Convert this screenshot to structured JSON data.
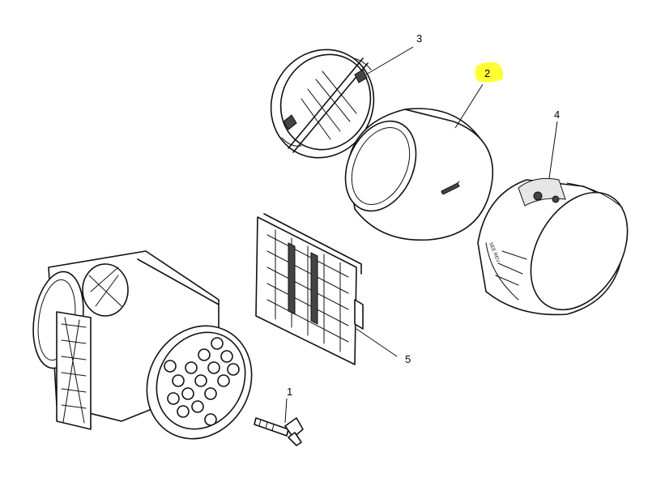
{
  "diagram": {
    "callouts": [
      {
        "number": "1",
        "part": "bolt"
      },
      {
        "number": "2",
        "part": "filter-element",
        "highlighted": true
      },
      {
        "number": "3",
        "part": "cover-grid"
      },
      {
        "number": "4",
        "part": "canister-housing"
      },
      {
        "number": "5",
        "part": "grid-plate"
      }
    ],
    "highlight_color": "#ffff33"
  }
}
